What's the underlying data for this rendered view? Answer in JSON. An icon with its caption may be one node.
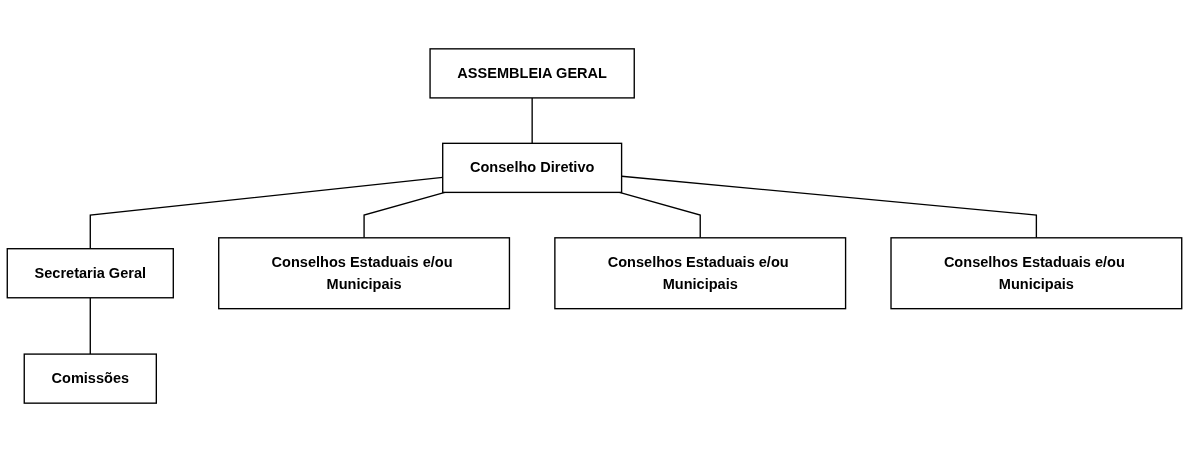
{
  "diagram": {
    "nodes": [
      {
        "text": [
          "ASSEMBLEIA GERAL"
        ]
      },
      {
        "text": [
          "Conselho Diretivo"
        ]
      },
      {
        "text": [
          "Secretaria Geral"
        ]
      },
      {
        "text": [
          "Comissões"
        ]
      },
      {
        "text": [
          "Conselhos Estaduais e/ou Municipais"
        ]
      },
      {
        "text": [
          "Conselhos Estaduais e/ou Municipais"
        ]
      },
      {
        "text": [
          "Conselhos Estaduais e/ou Municipais"
        ]
      }
    ],
    "edges": [
      {
        "from": 0,
        "to": 1,
        "arrow": "none"
      },
      {
        "from": 1,
        "to": 2,
        "arrow": "none"
      },
      {
        "from": 2,
        "to": 3,
        "arrow": "none"
      },
      {
        "from": 1,
        "to": 4,
        "arrow": "none"
      },
      {
        "from": 1,
        "to": 5,
        "arrow": "none"
      },
      {
        "from": 1,
        "to": 6,
        "arrow": "none"
      }
    ]
  }
}
